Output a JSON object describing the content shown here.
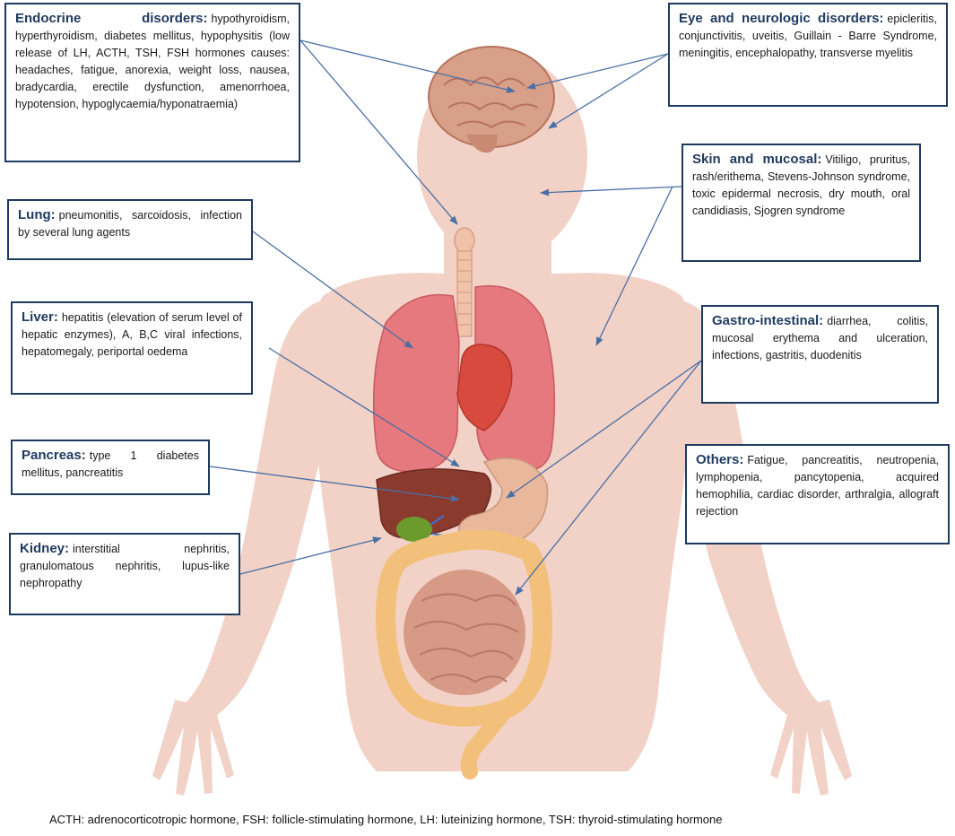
{
  "colors": {
    "box_border": "#1f3a5f",
    "title_text": "#1f3a5f",
    "arrow": "#4a6fa5",
    "body_silhouette": "#f2d2c6",
    "brain": "#d9a089",
    "lungs": "#e6797d",
    "heart": "#d94a3e",
    "liver": "#8b3a2e",
    "stomach": "#e8b79c",
    "large_intestine": "#f2c07a",
    "small_intestine": "#d69a86",
    "gallbladder": "#6c9a2c"
  },
  "boxes": {
    "endocrine": {
      "title": "Endocrine disorders:",
      "text": "hypothyroidism, hyperthyroidism, diabetes mellitus, hypophysitis (low release of LH, ACTH, TSH, FSH hormones causes: headaches, fatigue, anorexia, weight loss, nausea, bradycardia, erectile dysfunction, amenorrhoea, hypotension, hypoglycaemia/hyponatraemia)"
    },
    "eye": {
      "title": "Eye and neurologic disorders:",
      "text": "epicleritis, conjunctivitis, uveitis, Guillain - Barre Syndrome, meningitis, encephalopathy, transverse myelitis"
    },
    "skin": {
      "title": "Skin and mucosal:",
      "text": "Vitiligo, pruritus, rash/erithema, Stevens-Johnson syndrome, toxic epidermal necrosis, dry mouth, oral candidiasis, Sjogren syndrome"
    },
    "lung": {
      "title": "Lung:",
      "text": "pneumonitis, sarcoidosis, infection by several lung agents"
    },
    "liver": {
      "title": "Liver:",
      "text": "hepatitis (elevation of serum level of hepatic enzymes), A, B,C viral infections, hepatomegaly, periportal oedema"
    },
    "gastro": {
      "title": "Gastro-intestinal:",
      "text": "diarrhea, colitis, mucosal erythema and ulceration, infections, gastritis, duodenitis"
    },
    "pancreas": {
      "title": "Pancreas:",
      "text": "type 1 diabetes mellitus, pancreatitis"
    },
    "others": {
      "title": "Others:",
      "text": "Fatigue, pancreatitis, neutropenia, lymphopenia, pancytopenia, acquired hemophilia, cardiac disorder, arthralgia, allograft rejection"
    },
    "kidney": {
      "title": "Kidney:",
      "text": "interstitial nephritis, granulomatous nephritis, lupus-like nephropathy"
    }
  },
  "caption": "ACTH: adrenocorticotropic hormone, FSH: follicle-stimulating hormone, LH: luteinizing hormone, TSH: thyroid-stimulating hormone"
}
